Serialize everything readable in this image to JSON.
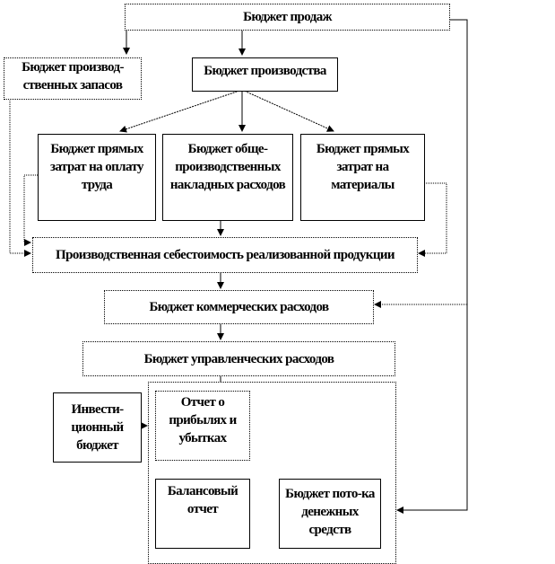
{
  "diagram": {
    "sales_budget": "Бюджет продаж",
    "inventory_budget": "Бюджет производ-ственных запасов",
    "production_budget": "Бюджет производства",
    "direct_labor_budget": "Бюджет прямых затрат на оплату труда",
    "overhead_budget": "Бюджет обще-производственных накладных расходов",
    "direct_materials_budget": "Бюджет прямых затрат на материалы",
    "cost_of_goods_sold": "Производственная себестоимость реализованной продукции",
    "selling_expenses_budget": "Бюджет коммерческих расходов",
    "admin_expenses_budget": "Бюджет управленческих расходов",
    "investment_budget": "Инвести-ционный бюджет",
    "income_statement": "Отчет о прибылях и убытках",
    "balance_sheet": "Балансовый отчет",
    "cash_flow_budget": "Бюджет пото-ка денежных средств"
  }
}
